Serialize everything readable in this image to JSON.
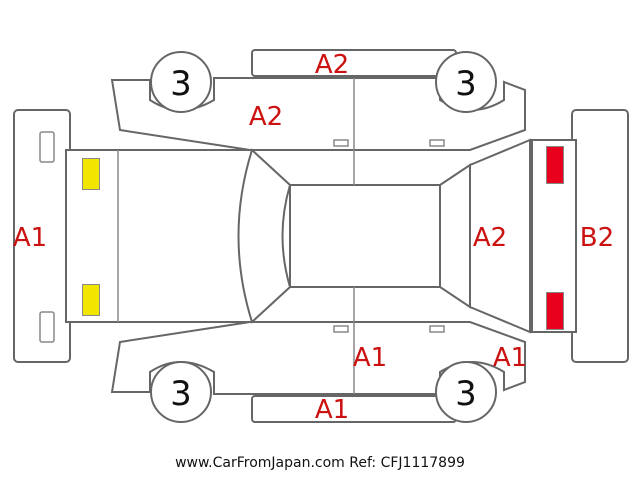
{
  "labels": {
    "roof_top": "A2",
    "front_left_door_top": "A2",
    "front_bumper": "A1",
    "windshield_rear": "A2",
    "rear_bumper": "B2",
    "bottom_door": "A1",
    "bottom_right_quarter": "A1",
    "bottom_sill": "A1"
  },
  "wheels": [
    "3",
    "3",
    "3",
    "3"
  ],
  "lamp_colors": {
    "front": "#f2e600",
    "rear": "#e8001c"
  },
  "footer": "www.CarFromJapan.com Ref: CFJ1117899"
}
